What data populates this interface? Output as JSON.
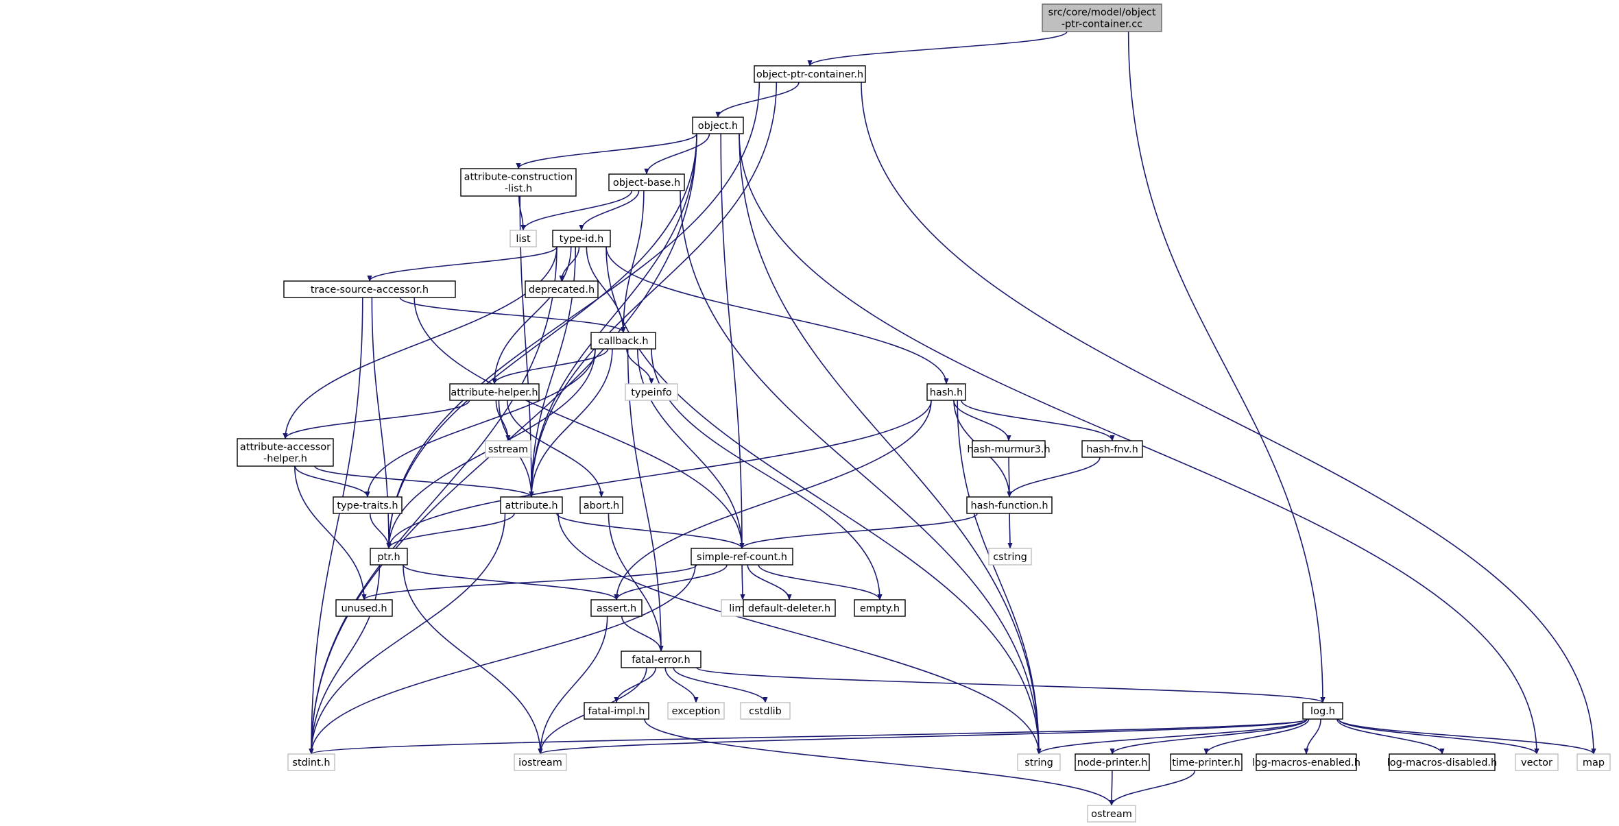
{
  "colors": {
    "edge": "#191970",
    "node_border": "#000000",
    "external_border": "#bfbfbf",
    "root_fill": "#bfbfbf"
  },
  "nodes": [
    {
      "id": "root",
      "lines": [
        "src/core/model/object",
        "-ptr-container.cc"
      ],
      "kind": "root"
    },
    {
      "id": "optr",
      "lines": [
        "object-ptr-container.h"
      ],
      "kind": "internal"
    },
    {
      "id": "obj",
      "lines": [
        "object.h"
      ],
      "kind": "internal"
    },
    {
      "id": "acl",
      "lines": [
        "attribute-construction",
        "-list.h"
      ],
      "kind": "internal"
    },
    {
      "id": "obase",
      "lines": [
        "object-base.h"
      ],
      "kind": "internal"
    },
    {
      "id": "list",
      "lines": [
        "list"
      ],
      "kind": "external"
    },
    {
      "id": "tid",
      "lines": [
        "type-id.h"
      ],
      "kind": "internal"
    },
    {
      "id": "tsa",
      "lines": [
        "trace-source-accessor.h"
      ],
      "kind": "internal"
    },
    {
      "id": "depr",
      "lines": [
        "deprecated.h"
      ],
      "kind": "internal"
    },
    {
      "id": "cb",
      "lines": [
        "callback.h"
      ],
      "kind": "internal"
    },
    {
      "id": "typeinfo",
      "lines": [
        "typeinfo"
      ],
      "kind": "external"
    },
    {
      "id": "ahelp",
      "lines": [
        "attribute-helper.h"
      ],
      "kind": "internal"
    },
    {
      "id": "sstream",
      "lines": [
        "sstream"
      ],
      "kind": "external"
    },
    {
      "id": "hash",
      "lines": [
        "hash.h"
      ],
      "kind": "internal"
    },
    {
      "id": "aah",
      "lines": [
        "attribute-accessor",
        "-helper.h"
      ],
      "kind": "internal"
    },
    {
      "id": "hmur",
      "lines": [
        "hash-murmur3.h"
      ],
      "kind": "internal"
    },
    {
      "id": "hfnv",
      "lines": [
        "hash-fnv.h"
      ],
      "kind": "internal"
    },
    {
      "id": "ttraits",
      "lines": [
        "type-traits.h"
      ],
      "kind": "internal"
    },
    {
      "id": "attr",
      "lines": [
        "attribute.h"
      ],
      "kind": "internal"
    },
    {
      "id": "abort",
      "lines": [
        "abort.h"
      ],
      "kind": "internal"
    },
    {
      "id": "hfunc",
      "lines": [
        "hash-function.h"
      ],
      "kind": "internal"
    },
    {
      "id": "ptr",
      "lines": [
        "ptr.h"
      ],
      "kind": "internal"
    },
    {
      "id": "src",
      "lines": [
        "simple-ref-count.h"
      ],
      "kind": "internal"
    },
    {
      "id": "cstring",
      "lines": [
        "cstring"
      ],
      "kind": "external"
    },
    {
      "id": "unused",
      "lines": [
        "unused.h"
      ],
      "kind": "internal"
    },
    {
      "id": "assert",
      "lines": [
        "assert.h"
      ],
      "kind": "internal"
    },
    {
      "id": "limits",
      "lines": [
        "limits"
      ],
      "kind": "external"
    },
    {
      "id": "ddel",
      "lines": [
        "default-deleter.h"
      ],
      "kind": "internal"
    },
    {
      "id": "empty",
      "lines": [
        "empty.h"
      ],
      "kind": "internal"
    },
    {
      "id": "ferr",
      "lines": [
        "fatal-error.h"
      ],
      "kind": "internal"
    },
    {
      "id": "fimpl",
      "lines": [
        "fatal-impl.h"
      ],
      "kind": "internal"
    },
    {
      "id": "exception",
      "lines": [
        "exception"
      ],
      "kind": "external"
    },
    {
      "id": "cstdlib",
      "lines": [
        "cstdlib"
      ],
      "kind": "external"
    },
    {
      "id": "log",
      "lines": [
        "log.h"
      ],
      "kind": "internal"
    },
    {
      "id": "stdint",
      "lines": [
        "stdint.h"
      ],
      "kind": "external"
    },
    {
      "id": "iostream",
      "lines": [
        "iostream"
      ],
      "kind": "external"
    },
    {
      "id": "string",
      "lines": [
        "string"
      ],
      "kind": "external"
    },
    {
      "id": "nprint",
      "lines": [
        "node-printer.h"
      ],
      "kind": "internal"
    },
    {
      "id": "tprint",
      "lines": [
        "time-printer.h"
      ],
      "kind": "internal"
    },
    {
      "id": "lme",
      "lines": [
        "log-macros-enabled.h"
      ],
      "kind": "internal"
    },
    {
      "id": "lmd",
      "lines": [
        "log-macros-disabled.h"
      ],
      "kind": "internal"
    },
    {
      "id": "vector",
      "lines": [
        "vector"
      ],
      "kind": "external"
    },
    {
      "id": "map",
      "lines": [
        "map"
      ],
      "kind": "external"
    },
    {
      "id": "ostream",
      "lines": [
        "ostream"
      ],
      "kind": "external"
    }
  ],
  "edges": [
    [
      "root",
      "optr"
    ],
    [
      "root",
      "log"
    ],
    [
      "optr",
      "obj"
    ],
    [
      "optr",
      "ptr"
    ],
    [
      "optr",
      "attr"
    ],
    [
      "optr",
      "map"
    ],
    [
      "obj",
      "acl"
    ],
    [
      "obj",
      "obase"
    ],
    [
      "obj",
      "ptr"
    ],
    [
      "obj",
      "attr"
    ],
    [
      "obj",
      "src"
    ],
    [
      "obj",
      "stdint"
    ],
    [
      "obj",
      "string"
    ],
    [
      "obj",
      "vector"
    ],
    [
      "acl",
      "list"
    ],
    [
      "acl",
      "attr"
    ],
    [
      "obase",
      "list"
    ],
    [
      "obase",
      "tid"
    ],
    [
      "obase",
      "cb"
    ],
    [
      "obase",
      "string"
    ],
    [
      "tid",
      "tsa"
    ],
    [
      "tid",
      "depr"
    ],
    [
      "tid",
      "cb"
    ],
    [
      "tid",
      "ahelp"
    ],
    [
      "tid",
      "aah"
    ],
    [
      "tid",
      "hash"
    ],
    [
      "tid",
      "attr"
    ],
    [
      "tid",
      "stdint"
    ],
    [
      "tid",
      "string"
    ],
    [
      "tsa",
      "cb"
    ],
    [
      "tsa",
      "ptr"
    ],
    [
      "tsa",
      "src"
    ],
    [
      "tsa",
      "stdint"
    ],
    [
      "cb",
      "typeinfo"
    ],
    [
      "cb",
      "ahelp"
    ],
    [
      "cb",
      "attr"
    ],
    [
      "cb",
      "ptr"
    ],
    [
      "cb",
      "src"
    ],
    [
      "cb",
      "ttraits"
    ],
    [
      "cb",
      "empty"
    ],
    [
      "cb",
      "ferr"
    ],
    [
      "ahelp",
      "sstream"
    ],
    [
      "ahelp",
      "aah"
    ],
    [
      "ahelp",
      "attr"
    ],
    [
      "ahelp",
      "abort"
    ],
    [
      "hash",
      "hmur"
    ],
    [
      "hash",
      "hfnv"
    ],
    [
      "hash",
      "hfunc"
    ],
    [
      "hash",
      "ptr"
    ],
    [
      "hash",
      "assert"
    ],
    [
      "hash",
      "string"
    ],
    [
      "aah",
      "ttraits"
    ],
    [
      "aah",
      "attr"
    ],
    [
      "aah",
      "unused"
    ],
    [
      "hmur",
      "hfunc"
    ],
    [
      "hfnv",
      "hfunc"
    ],
    [
      "ttraits",
      "ptr"
    ],
    [
      "attr",
      "ptr"
    ],
    [
      "attr",
      "src"
    ],
    [
      "attr",
      "stdint"
    ],
    [
      "attr",
      "string"
    ],
    [
      "abort",
      "ferr"
    ],
    [
      "hfunc",
      "src"
    ],
    [
      "hfunc",
      "cstring"
    ],
    [
      "ptr",
      "assert"
    ],
    [
      "ptr",
      "stdint"
    ],
    [
      "ptr",
      "iostream"
    ],
    [
      "src",
      "unused"
    ],
    [
      "src",
      "assert"
    ],
    [
      "src",
      "limits"
    ],
    [
      "src",
      "ddel"
    ],
    [
      "src",
      "empty"
    ],
    [
      "src",
      "stdint"
    ],
    [
      "assert",
      "ferr"
    ],
    [
      "assert",
      "iostream"
    ],
    [
      "ferr",
      "fimpl"
    ],
    [
      "ferr",
      "exception"
    ],
    [
      "ferr",
      "cstdlib"
    ],
    [
      "ferr",
      "log"
    ],
    [
      "ferr",
      "iostream"
    ],
    [
      "fimpl",
      "ostream"
    ],
    [
      "log",
      "stdint"
    ],
    [
      "log",
      "iostream"
    ],
    [
      "log",
      "string"
    ],
    [
      "log",
      "nprint"
    ],
    [
      "log",
      "tprint"
    ],
    [
      "log",
      "lme"
    ],
    [
      "log",
      "lmd"
    ],
    [
      "log",
      "vector"
    ],
    [
      "log",
      "map"
    ],
    [
      "nprint",
      "ostream"
    ],
    [
      "tprint",
      "ostream"
    ]
  ]
}
